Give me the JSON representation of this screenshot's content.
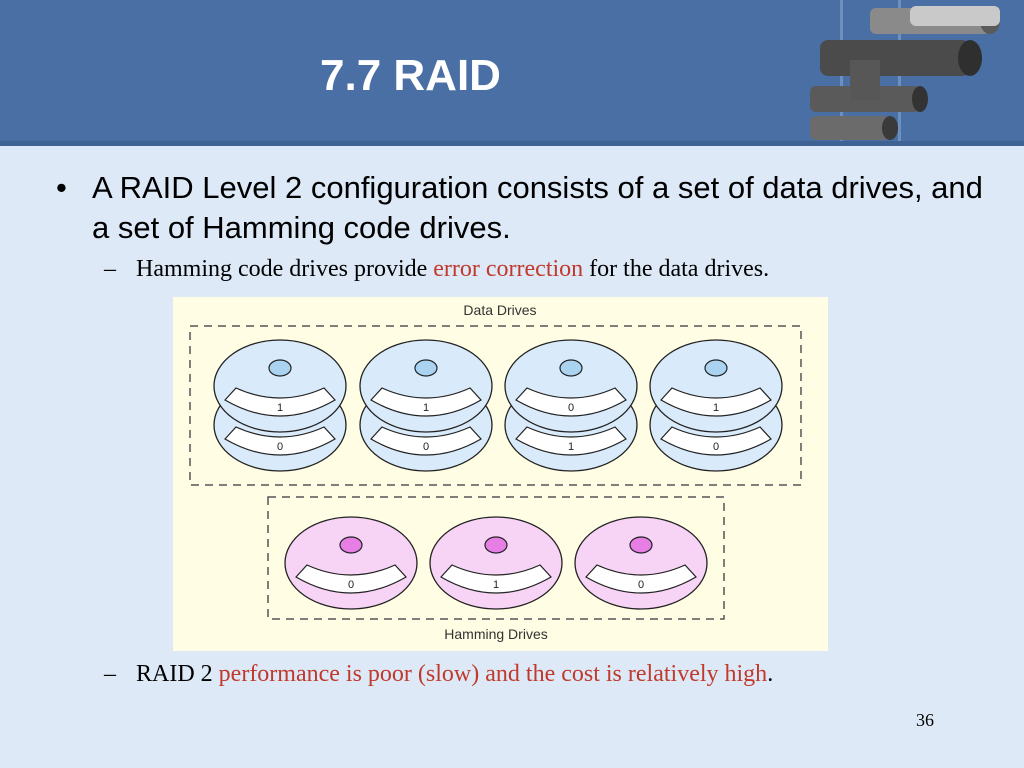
{
  "slide": {
    "title": "7.7 RAID",
    "bullet_marker": "•",
    "dash_marker": "–",
    "bullet": "A RAID Level 2 configuration consists of a set of data drives, and a set of Hamming code drives.",
    "sub1": {
      "before": "Hamming code drives provide ",
      "highlight": "error correction",
      "after": " for the data drives."
    },
    "sub2": {
      "before": "RAID 2 ",
      "highlight": "performance is poor (slow) and the cost is relatively high",
      "after": "."
    },
    "page_number": "36"
  },
  "figure": {
    "data_drives_label": "Data Drives",
    "hamming_drives_label": "Hamming Drives",
    "data_drives": [
      {
        "top_bit": "1",
        "bottom_bit": "0"
      },
      {
        "top_bit": "1",
        "bottom_bit": "0"
      },
      {
        "top_bit": "0",
        "bottom_bit": "1"
      },
      {
        "top_bit": "1",
        "bottom_bit": "0"
      }
    ],
    "hamming_drives": [
      {
        "bit": "0"
      },
      {
        "bit": "1"
      },
      {
        "bit": "0"
      }
    ]
  },
  "colors": {
    "header_bg": "#4a6fa5",
    "content_bg": "#dde9f7",
    "highlight_text": "#c0392b",
    "figure_bg": "#fffde3",
    "data_disk_fill": "#d9eafa",
    "data_spindle": "#a9d3f0",
    "hamming_disk_fill": "#f7d4f5",
    "hamming_spindle": "#e67ee6"
  }
}
